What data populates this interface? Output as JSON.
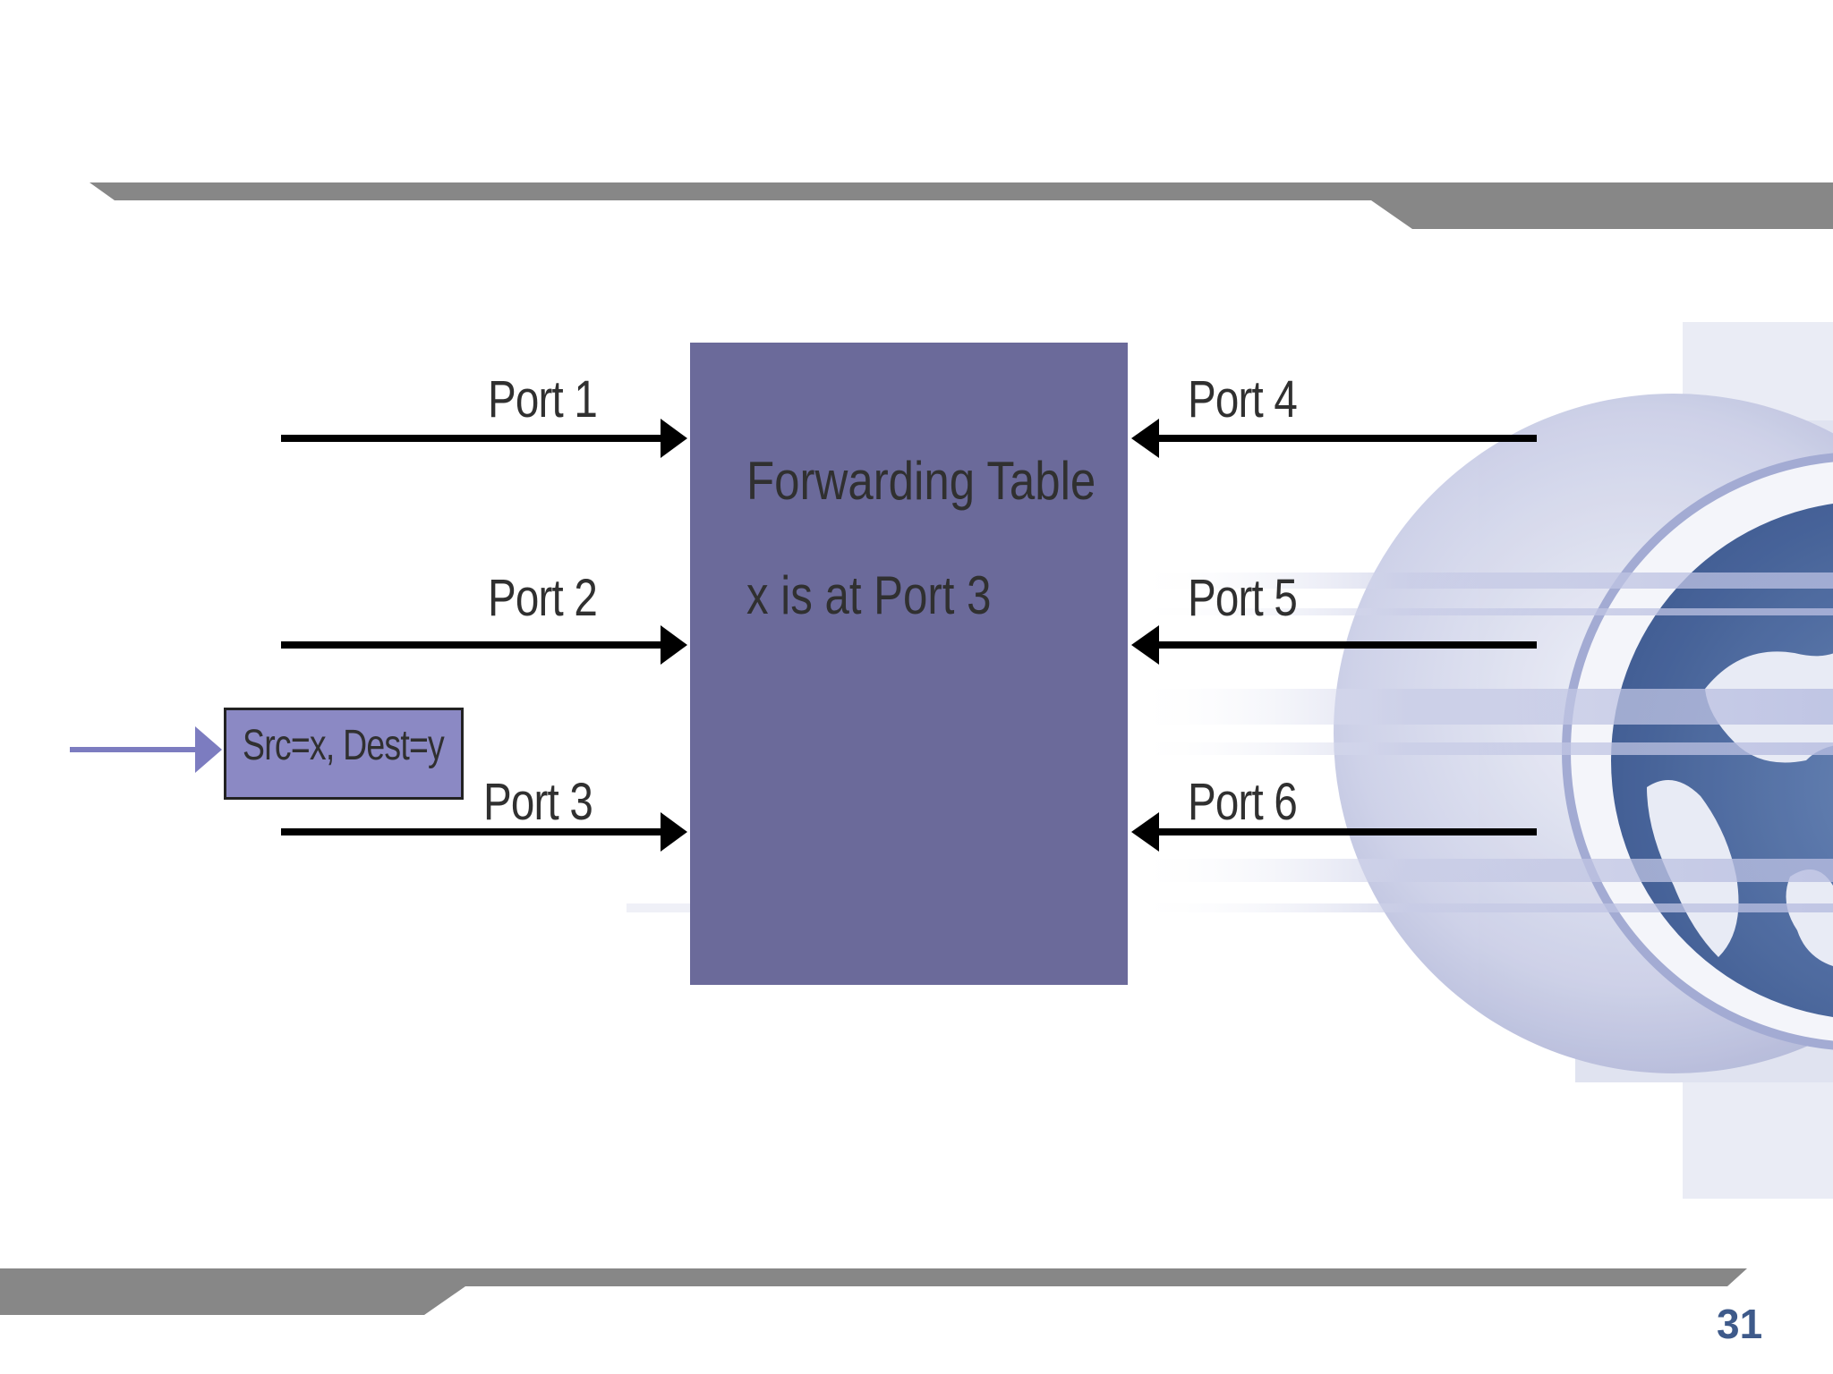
{
  "slide": {
    "page_number": "31"
  },
  "switch": {
    "title": "Forwarding  Table",
    "entry": "x is at Port 3"
  },
  "ports": {
    "port1": "Port 1",
    "port2": "Port 2",
    "port3": "Port 3",
    "port4": "Port 4",
    "port5": "Port 5",
    "port6": "Port 6"
  },
  "packet": {
    "label": "Src=x, Dest=y"
  },
  "colors": {
    "switch_fill": "#6b6a9a",
    "packet_fill": "#8b89c4",
    "packet_arrow": "#7c7cc0",
    "header_bar": "#878787",
    "page_number": "#3e5a8a"
  }
}
